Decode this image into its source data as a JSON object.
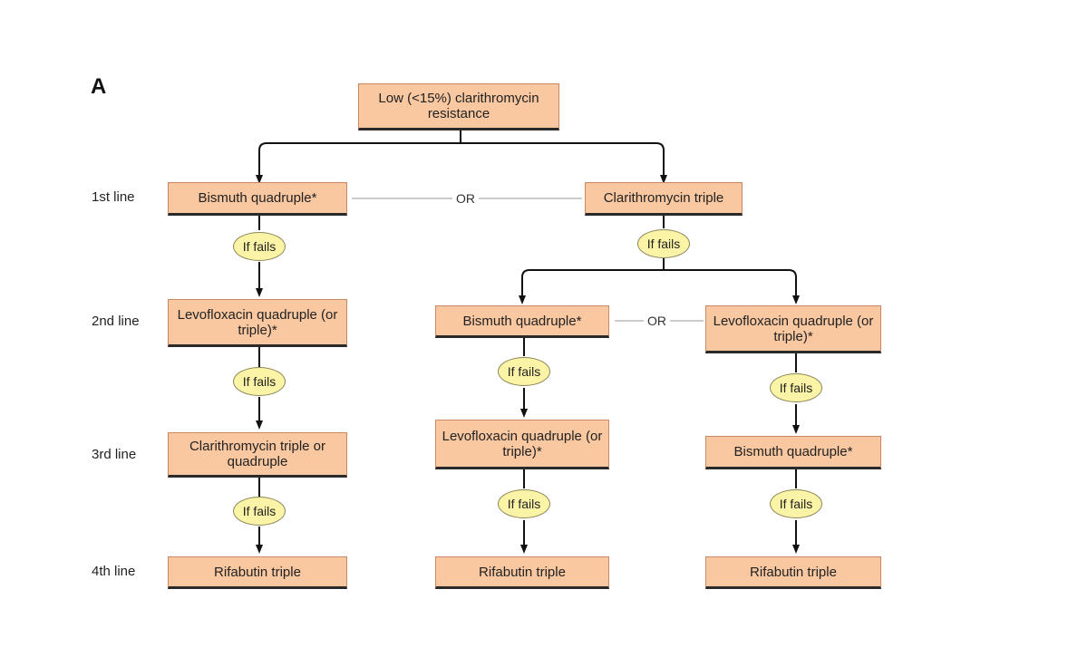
{
  "panel_letter": "A",
  "row_labels": [
    "1st line",
    "2nd line",
    "3rd line",
    "4th line"
  ],
  "root": "Low (<15%) clarithromycin resistance",
  "or_label": "OR",
  "if_fails": "If fails",
  "first_line": {
    "left": "Bismuth quadruple*",
    "right": "Clarithromycin triple"
  },
  "left_branch": {
    "second": "Levofloxacin quadruple (or triple)*",
    "third": "Clarithromycin triple or quadruple",
    "fourth": "Rifabutin triple"
  },
  "middle_branch": {
    "second": "Bismuth quadruple*",
    "third": "Levofloxacin quadruple (or  triple)*",
    "fourth": "Rifabutin triple"
  },
  "right_branch": {
    "second": "Levofloxacin quadruple (or triple)*",
    "third": "Bismuth quadruple*",
    "fourth": "Rifabutin triple"
  }
}
